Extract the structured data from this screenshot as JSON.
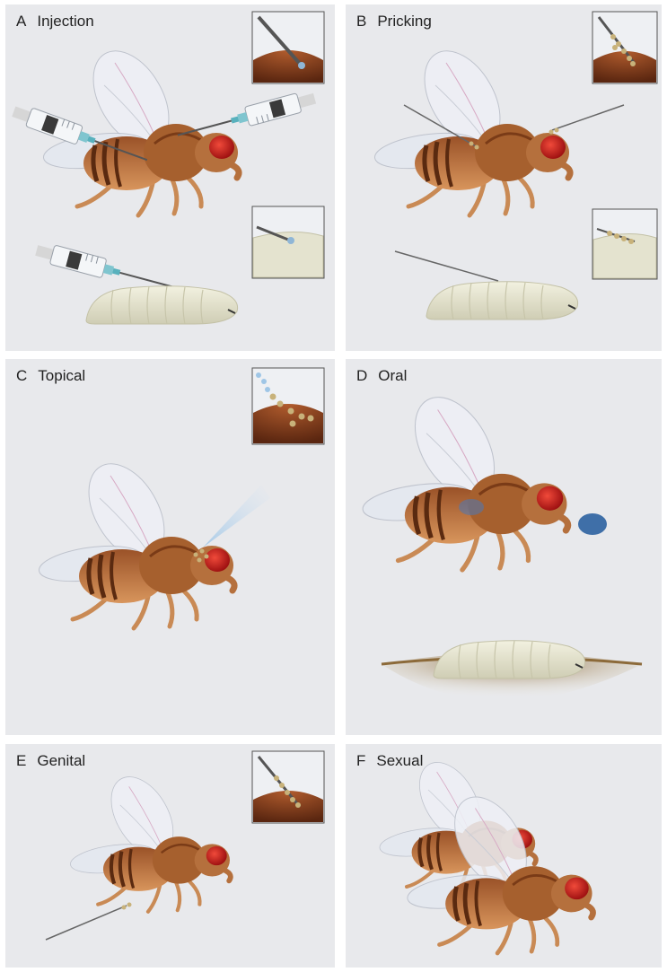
{
  "panels": [
    {
      "letter": "A",
      "title": "Injection"
    },
    {
      "letter": "B",
      "title": "Pricking"
    },
    {
      "letter": "C",
      "title": "Topical"
    },
    {
      "letter": "D",
      "title": "Oral"
    },
    {
      "letter": "E",
      "title": "Genital"
    },
    {
      "letter": "F",
      "title": "Sexual"
    }
  ],
  "colors": {
    "background": "#e8e9ec",
    "fly_body": "#b5703d",
    "fly_dark": "#6b3518",
    "fly_eye": "#c81e1e",
    "larva": "#e4e3cf",
    "cuticle": "#8a3e1c",
    "spores": "#c8b27a",
    "food_blue": "#3f6fa8",
    "food_medium": "#a6875a"
  }
}
